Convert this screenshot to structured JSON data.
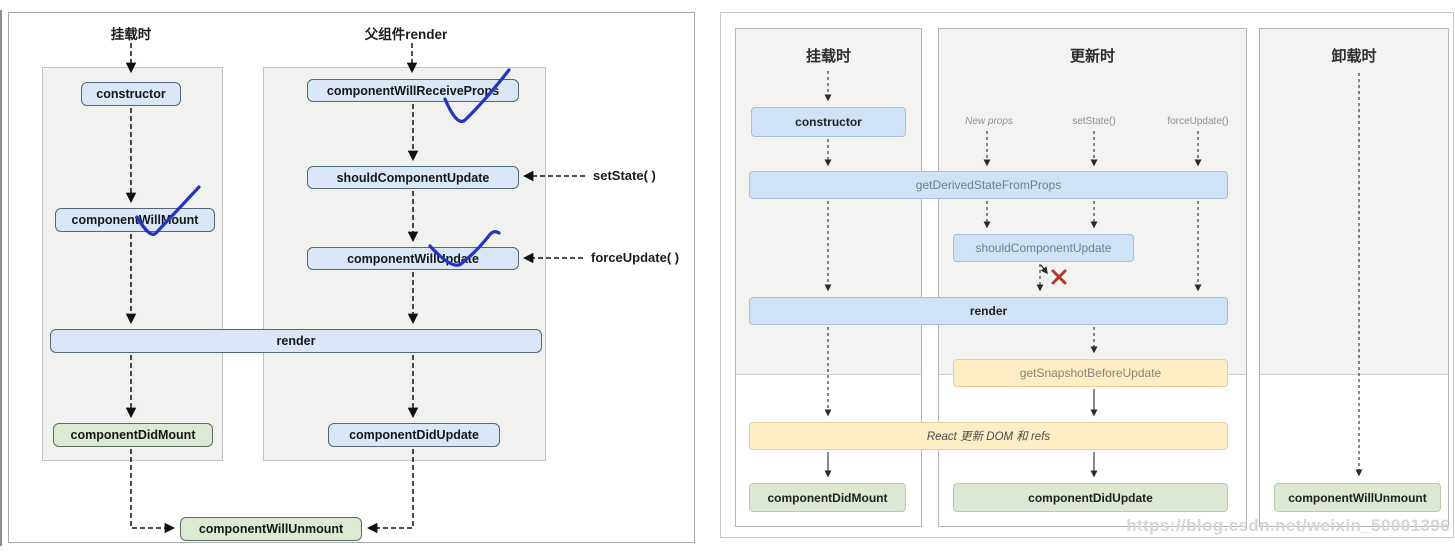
{
  "left_diagram": {
    "header_mounting": "挂载时",
    "header_parent_render": "父组件render",
    "nodes": {
      "constructor": "constructor",
      "component_will_mount": "componentWillMount",
      "component_did_mount": "componentDidMount",
      "component_will_receive_props": "componentWillReceiveProps",
      "should_component_update": "shouldComponentUpdate",
      "component_will_update": "componentWillUpdate",
      "component_did_update": "componentDidUpdate",
      "render": "render",
      "component_will_unmount": "componentWillUnmount"
    },
    "annotations": {
      "set_state": "setState( )",
      "force_update": "forceUpdate( )"
    }
  },
  "right_diagram": {
    "headers": {
      "mounting": "挂载时",
      "updating": "更新时",
      "unmounting": "卸载时"
    },
    "triggers": {
      "new_props": "New props",
      "set_state": "setState()",
      "force_update": "forceUpdate()"
    },
    "nodes": {
      "constructor": "constructor",
      "get_derived_state_from_props": "getDerivedStateFromProps",
      "should_component_update": "shouldComponentUpdate",
      "render": "render",
      "get_snapshot_before_update": "getSnapshotBeforeUpdate",
      "react_update_dom_refs": "React 更新 DOM 和 refs",
      "component_did_mount": "componentDidMount",
      "component_did_update": "componentDidUpdate",
      "component_will_unmount": "componentWillUnmount"
    },
    "watermark": "https://blog.csdn.net/weixin_50001396"
  },
  "colors": {
    "blue_node_fill": "#d9e7f7",
    "green_node_fill": "#dcead4",
    "yellow_node_fill": "#fdeec6",
    "column_fill": "#f2f2f1",
    "pen_ink_blue": "#2433c0",
    "red_x": "#b03a2b"
  }
}
